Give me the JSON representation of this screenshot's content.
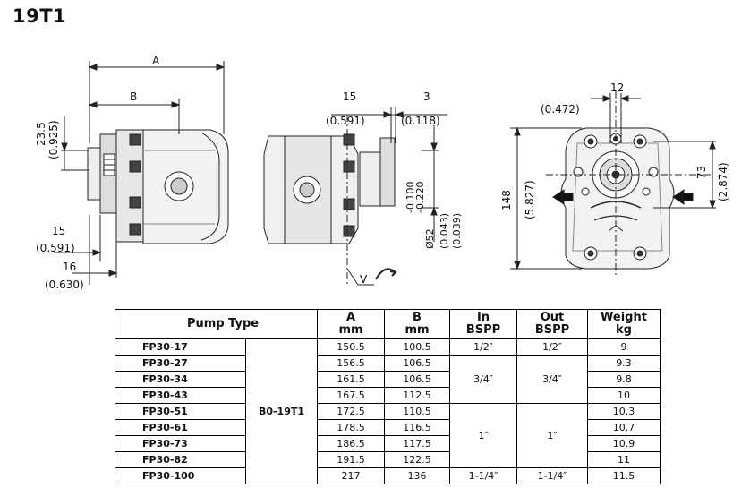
{
  "page": {
    "title": "19T1"
  },
  "drawings": {
    "side": {
      "dim_a": "A",
      "dim_b": "B",
      "dim_23_5": "23.5",
      "dim_0_925": "(0.925)",
      "dim_15": "15",
      "dim_0_591": "(0.591)",
      "dim_16": "16",
      "dim_0_630": "(0.630)"
    },
    "center": {
      "dim_15": "15",
      "dim_0_591": "(0.591)",
      "dim_3": "3",
      "dim_0_118": "(0.118)",
      "tol_upper": "-0.100",
      "tol_lower": "-0.220",
      "dia": "Ø52",
      "dia_in1": "(0.043)",
      "dia_in2": "(0.039)",
      "rotation_label": "V"
    },
    "front": {
      "dim_12": "12",
      "dim_0_472": "(0.472)",
      "dim_148": "148",
      "dim_5_827": "(5.827)",
      "dim_73": "73",
      "dim_2_874": "(2.874)"
    }
  },
  "table": {
    "headers": {
      "pump_type": "Pump Type",
      "a_line1": "A",
      "a_line2": "mm",
      "b_line1": "B",
      "b_line2": "mm",
      "in_line1": "In",
      "in_line2": "BSPP",
      "out_line1": "Out",
      "out_line2": "BSPP",
      "weight_line1": "Weight",
      "weight_line2": "kg"
    },
    "series": "B0-19T1",
    "rows": [
      {
        "model": "FP30-17",
        "a": "150.5",
        "b": "100.5",
        "weight": "9"
      },
      {
        "model": "FP30-27",
        "a": "156.5",
        "b": "106.5",
        "weight": "9.3"
      },
      {
        "model": "FP30-34",
        "a": "161.5",
        "b": "106.5",
        "weight": "9.8"
      },
      {
        "model": "FP30-43",
        "a": "167.5",
        "b": "112.5",
        "weight": "10"
      },
      {
        "model": "FP30-51",
        "a": "172.5",
        "b": "110.5",
        "weight": "10.3"
      },
      {
        "model": "FP30-61",
        "a": "178.5",
        "b": "116.5",
        "weight": "10.7"
      },
      {
        "model": "FP30-73",
        "a": "186.5",
        "b": "117.5",
        "weight": "10.9"
      },
      {
        "model": "FP30-82",
        "a": "191.5",
        "b": "122.5",
        "weight": "11"
      },
      {
        "model": "FP30-100",
        "a": "217",
        "b": "136",
        "weight": "11.5"
      }
    ],
    "ports": {
      "g1_in": "1/2″",
      "g1_out": "1/2″",
      "g2_in": "3/4″",
      "g2_out": "3/4″",
      "g3_in": "1″",
      "g3_out": "1″",
      "g4_in": "1-1/4″",
      "g4_out": "1-1/4″"
    }
  }
}
